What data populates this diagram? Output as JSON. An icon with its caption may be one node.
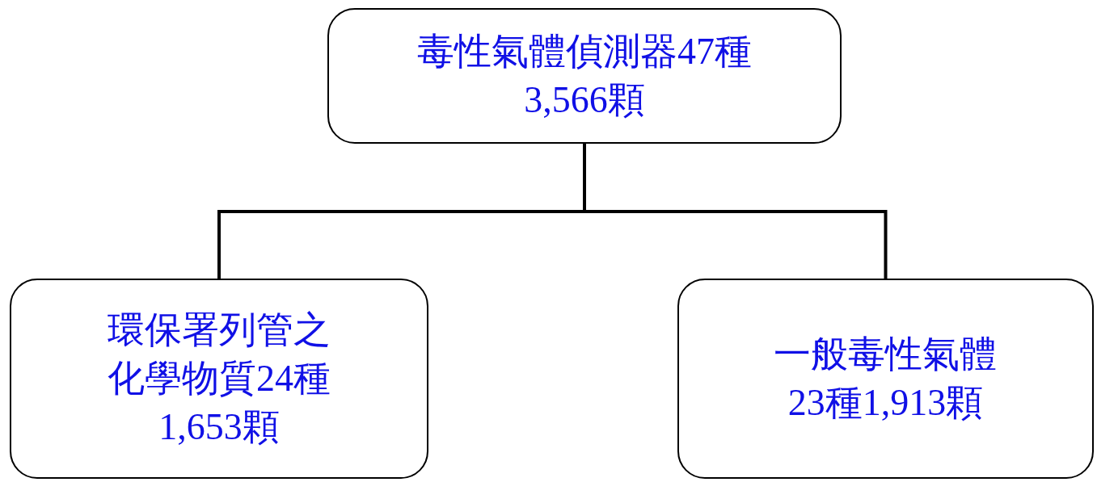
{
  "diagram": {
    "nodes": [
      {
        "text": [
          "毒性氣體偵測器47種3,566顆"
        ]
      },
      {
        "text": [
          "環保署列管之化學物質24種1,653顆"
        ]
      },
      {
        "text": [
          "一般毒性氣體23種1,913顆"
        ]
      }
    ],
    "edges": [
      {
        "from": 0,
        "to": 1,
        "arrow": "none"
      },
      {
        "from": 0,
        "to": 2,
        "arrow": "none"
      }
    ]
  }
}
